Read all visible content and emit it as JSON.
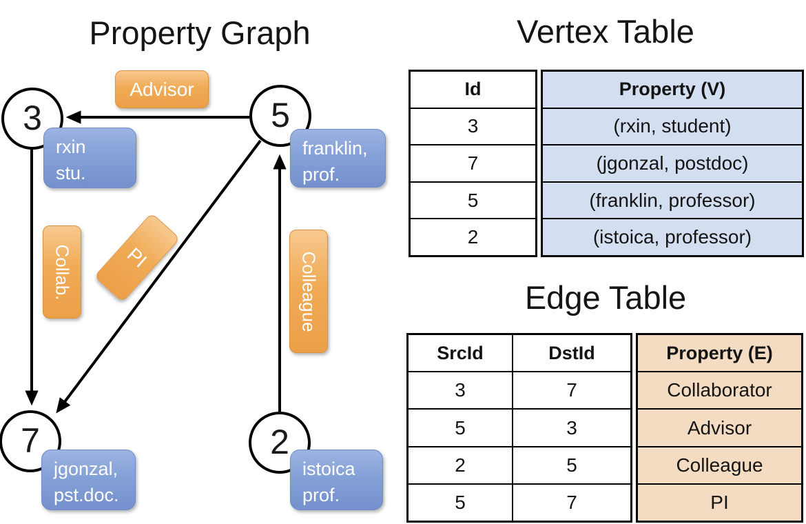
{
  "graph": {
    "title": "Property Graph",
    "nodes": [
      {
        "id": "3",
        "label_lines": [
          "rxin",
          "stu."
        ]
      },
      {
        "id": "5",
        "label_lines": [
          "franklin,",
          "prof."
        ]
      },
      {
        "id": "7",
        "label_lines": [
          "jgonzal,",
          "pst.doc."
        ]
      },
      {
        "id": "2",
        "label_lines": [
          "istoica",
          "prof."
        ]
      }
    ],
    "edges": [
      {
        "label": "Advisor"
      },
      {
        "label": "Collab."
      },
      {
        "label": "PI"
      },
      {
        "label": "Colleague"
      }
    ]
  },
  "vertex_table": {
    "title": "Vertex Table",
    "columns": [
      "Id",
      "Property (V)"
    ],
    "rows": [
      [
        "3",
        "(rxin, student)"
      ],
      [
        "7",
        "(jgonzal, postdoc)"
      ],
      [
        "5",
        "(franklin, professor)"
      ],
      [
        "2",
        "(istoica, professor)"
      ]
    ]
  },
  "edge_table": {
    "title": "Edge Table",
    "columns": [
      "SrcId",
      "DstId",
      "Property (E)"
    ],
    "rows": [
      [
        "3",
        "7",
        "Collaborator"
      ],
      [
        "5",
        "3",
        "Advisor"
      ],
      [
        "2",
        "5",
        "Colleague"
      ],
      [
        "5",
        "7",
        "PI"
      ]
    ]
  },
  "colors": {
    "vertex_property_bg": "#d3dff0",
    "edge_property_bg": "#f4dcc2",
    "edge_label_orange": "#ef9f48",
    "vertex_label_blue": "#7e9bd3",
    "line_black": "#000000"
  }
}
